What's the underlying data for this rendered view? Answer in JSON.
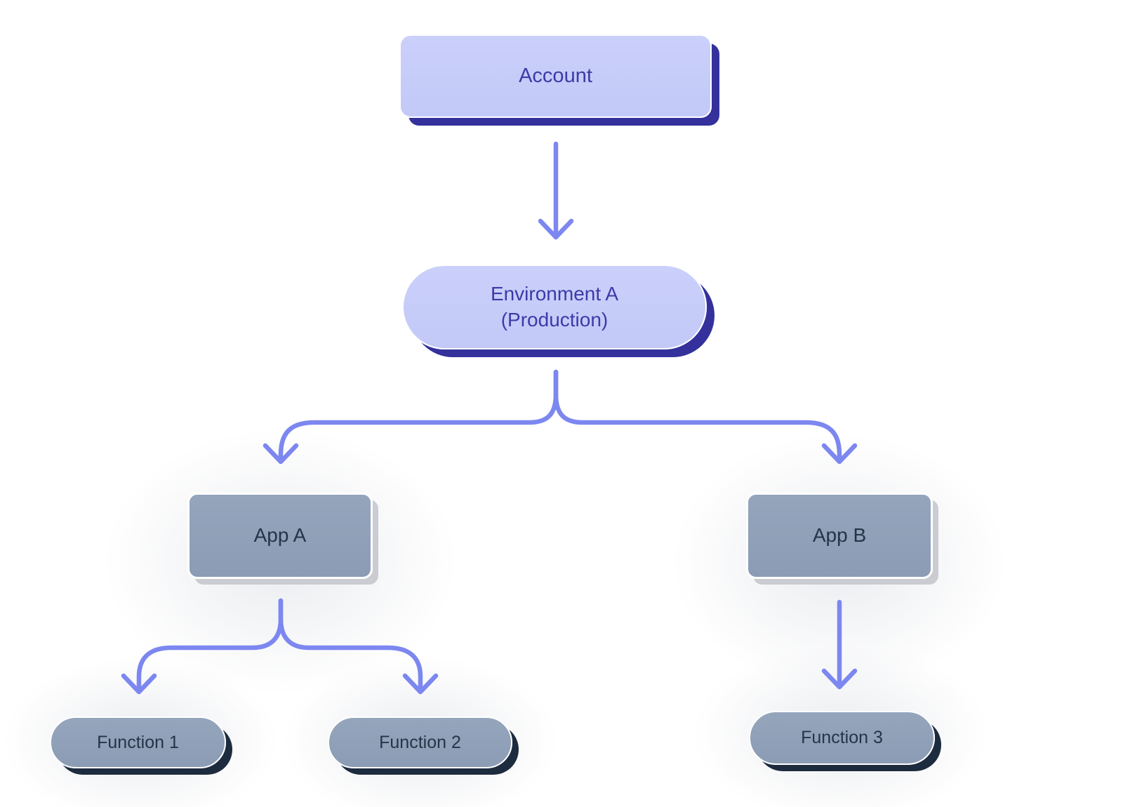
{
  "colors": {
    "canvas_bg": "#ffffff",
    "lavender_fill_top": "#cad0fa",
    "lavender_fill_bottom": "#c3c9f7",
    "indigo_extrusion": "#34319d",
    "indigo_text": "#3d3aa8",
    "gray_fill_top": "#94a5bc",
    "gray_fill_bottom": "#8b9cb4",
    "gray_extrusion": "#cbccd2",
    "navy_extrusion": "#1d2b3f",
    "dark_text": "#273447",
    "arrow": "#7c87f0"
  },
  "diagram": {
    "nodes": {
      "account": {
        "label": "Account"
      },
      "environment": {
        "label": "Environment A",
        "sublabel": "(Production)"
      },
      "app_a": {
        "label": "App A"
      },
      "app_b": {
        "label": "App B"
      },
      "function_1": {
        "label": "Function 1"
      },
      "function_2": {
        "label": "Function 2"
      },
      "function_3": {
        "label": "Function 3"
      }
    },
    "edges": [
      {
        "from": "account",
        "to": "environment"
      },
      {
        "from": "environment",
        "to": "app_a"
      },
      {
        "from": "environment",
        "to": "app_b"
      },
      {
        "from": "app_a",
        "to": "function_1"
      },
      {
        "from": "app_a",
        "to": "function_2"
      },
      {
        "from": "app_b",
        "to": "function_3"
      }
    ]
  }
}
